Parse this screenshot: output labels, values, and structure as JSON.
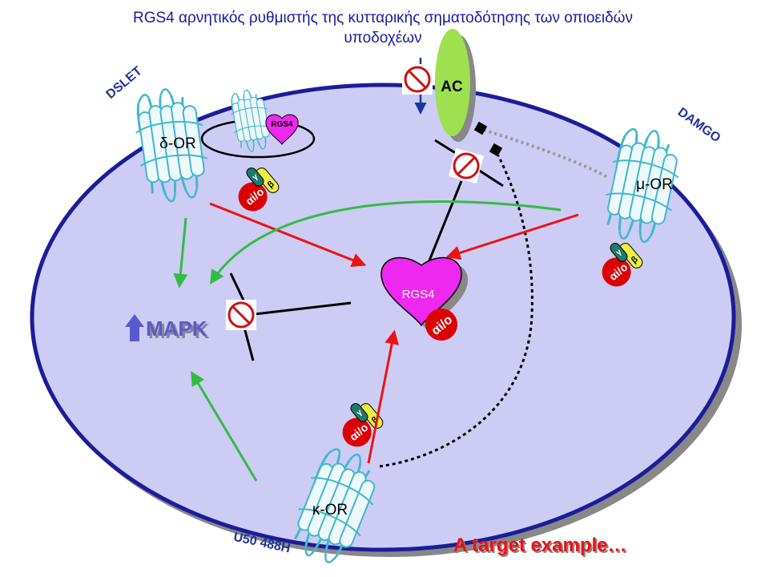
{
  "title": {
    "line1": "RGS4 αρνητικός ρυθμιστής της κυτταρικής σηματοδότησης των οπιοειδών",
    "line2": "υποδοχέων"
  },
  "ligands": {
    "dslet": "DSLET",
    "damgo": "DAMGO",
    "u50": "U50 488H"
  },
  "receptors": {
    "delta": "δ-OR",
    "mu": "μ-OR",
    "kappa": "κ-OR"
  },
  "effectors": {
    "ac": "AC",
    "mapk": "MAPK",
    "rgs4_center": "RGS4",
    "rgs4_small": "RGS4"
  },
  "g_protein": {
    "alpha": "αi/o",
    "beta": "β",
    "gamma": "γ"
  },
  "footer": "A target example…",
  "colors": {
    "background": "#000000",
    "slide": "#ffffff",
    "cell": "#ccccf5",
    "cell_border": "#1c1c9a",
    "title": "#1a1aa0",
    "ac": "#9ee050",
    "rgs4": "#ee28ee",
    "g_alpha": "#dd0000",
    "g_beta": "#f0ee40",
    "g_gamma": "#1f7a6a",
    "arrow_red": "#ee1111",
    "arrow_green": "#33bb44",
    "mapk": "#5a5ad0",
    "footer": "#ee1111",
    "ligand": "#223399"
  }
}
